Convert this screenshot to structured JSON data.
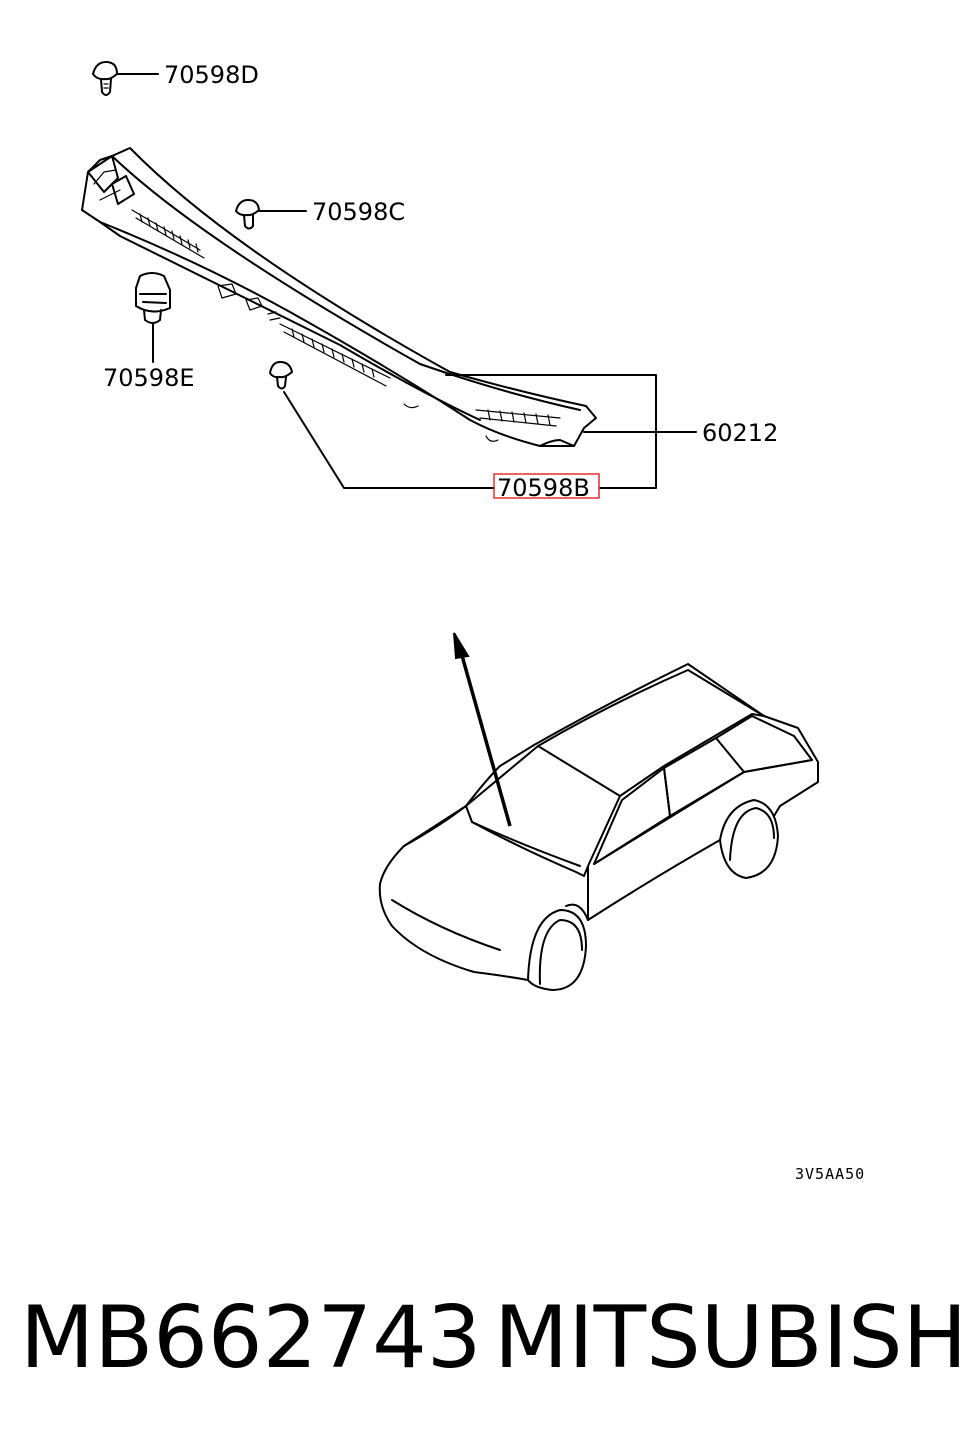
{
  "callouts": {
    "clip_d": "70598D",
    "clip_c": "70598C",
    "clip_e": "70598E",
    "panel": "60212",
    "clip_b": "70598B"
  },
  "highlight": {
    "label": "70598B",
    "color": "#e0312f"
  },
  "drawing_code": "3V5AA50",
  "footer": {
    "part_number": "MB662743",
    "brand": "MITSUBISHI"
  }
}
